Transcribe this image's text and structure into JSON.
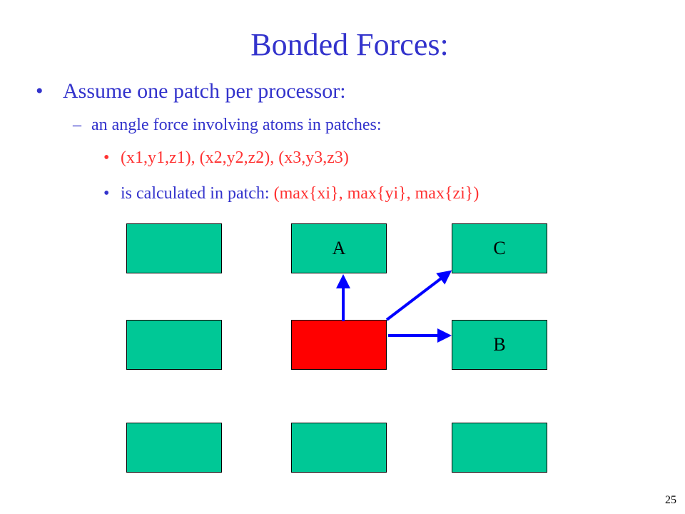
{
  "title": "Bonded Forces:",
  "bullets": {
    "level1": "Assume one patch per processor:",
    "level2": "an angle force involving atoms in patches:",
    "level3a": "(x1,y1,z1), (x2,y2,z2), (x3,y3,z3)",
    "level3b_prefix": "is calculated in patch: ",
    "level3b_highlight": "(max{xi}, max{yi}, max{zi})",
    "marker_l1": "•",
    "marker_l2": "–",
    "marker_l3": "•"
  },
  "diagram": {
    "patches": [
      {
        "row": 0,
        "col": 0,
        "label": "",
        "color": "#00C896"
      },
      {
        "row": 0,
        "col": 1,
        "label": "A",
        "color": "#00C896"
      },
      {
        "row": 0,
        "col": 2,
        "label": "C",
        "color": "#00C896"
      },
      {
        "row": 1,
        "col": 0,
        "label": "",
        "color": "#00C896"
      },
      {
        "row": 1,
        "col": 1,
        "label": "",
        "color": "#FF0000"
      },
      {
        "row": 1,
        "col": 2,
        "label": "B",
        "color": "#00C896"
      },
      {
        "row": 2,
        "col": 0,
        "label": "",
        "color": "#00C896"
      },
      {
        "row": 2,
        "col": 1,
        "label": "",
        "color": "#00C896"
      },
      {
        "row": 2,
        "col": 2,
        "label": "",
        "color": "#00C896"
      }
    ],
    "arrow_color": "#0000FF"
  },
  "colors": {
    "title": "#3333CC",
    "text": "#3333CC",
    "highlight": "#FF3333"
  },
  "slide_number": "25"
}
